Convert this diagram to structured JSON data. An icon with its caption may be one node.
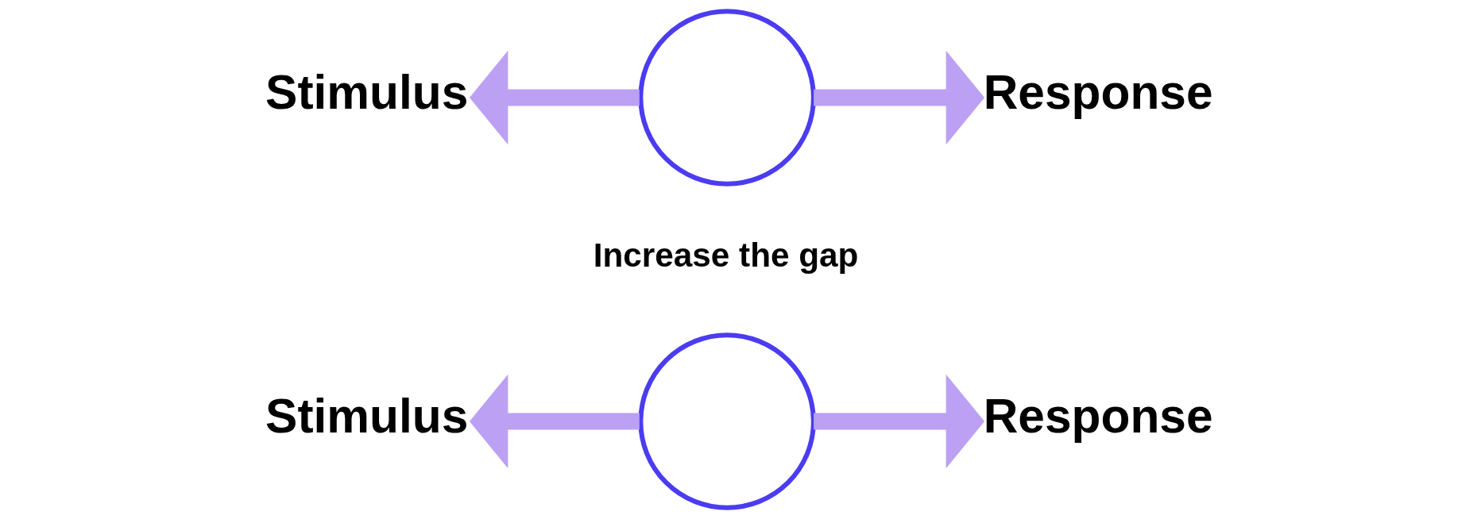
{
  "diagram": {
    "nodes": [
      {
        "text": [
          "Stimulus"
        ]
      },
      {
        "text": [],
        "shape": "circle"
      },
      {
        "text": [
          "Response"
        ]
      },
      {
        "text": [
          "Stimulus"
        ]
      },
      {
        "text": [],
        "shape": "circle"
      },
      {
        "text": [
          "Response"
        ]
      }
    ],
    "edges": [
      {
        "from": 1,
        "to": 0,
        "arrow": "to",
        "color": "#bba0f3"
      },
      {
        "from": 1,
        "to": 2,
        "arrow": "to",
        "color": "#bba0f3"
      },
      {
        "from": 4,
        "to": 3,
        "arrow": "to",
        "color": "#bba0f3"
      },
      {
        "from": 4,
        "to": 5,
        "arrow": "to",
        "color": "#bba0f3"
      }
    ],
    "labels": [
      "Increase the gap"
    ]
  }
}
